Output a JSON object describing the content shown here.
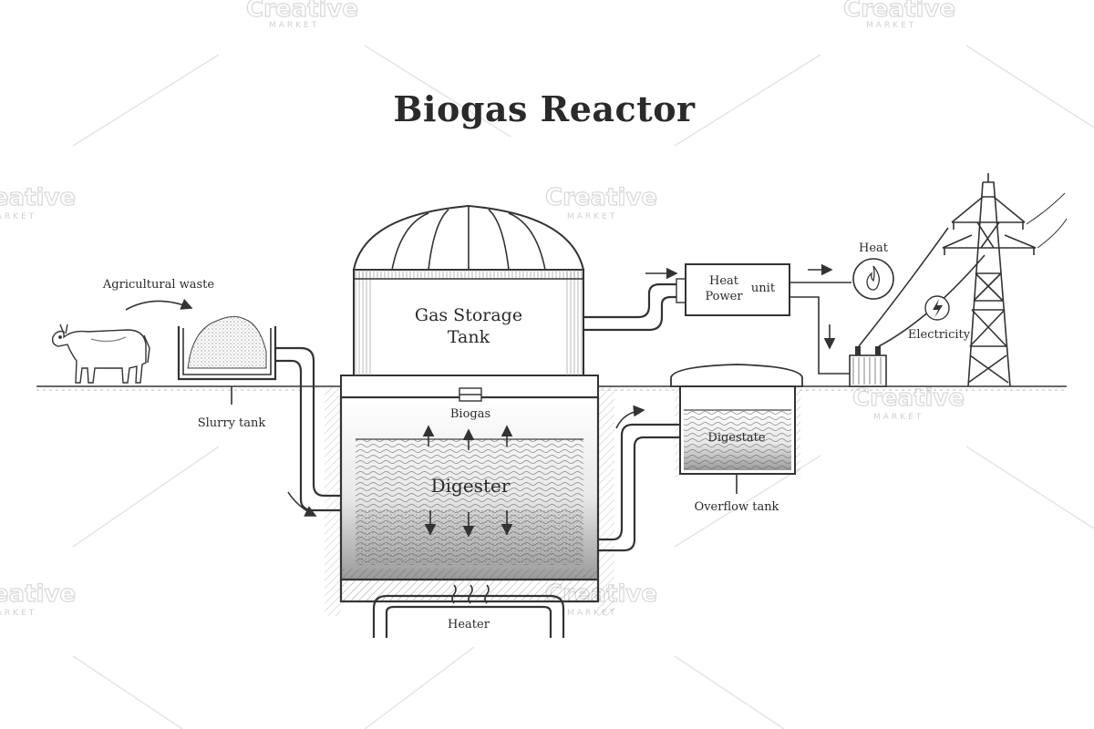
{
  "title": "Biogas Reactor",
  "labels": {
    "agricultural_waste": "Agricultural waste",
    "slurry_tank": "Slurry tank",
    "gas_storage_tank_line1": "Gas Storage",
    "gas_storage_tank_line2": "Tank",
    "biogas": "Biogas",
    "digester": "Digester",
    "heater": "Heater",
    "heat_power_line1": "Heat",
    "heat_power_line2": "Power",
    "heat_power_unit": "unit",
    "heat": "Heat",
    "electricity": "Electricity",
    "digestate": "Digestate",
    "overflow_tank": "Overflow tank"
  },
  "watermark": {
    "brand": "Creative",
    "sub": "MARKET"
  }
}
